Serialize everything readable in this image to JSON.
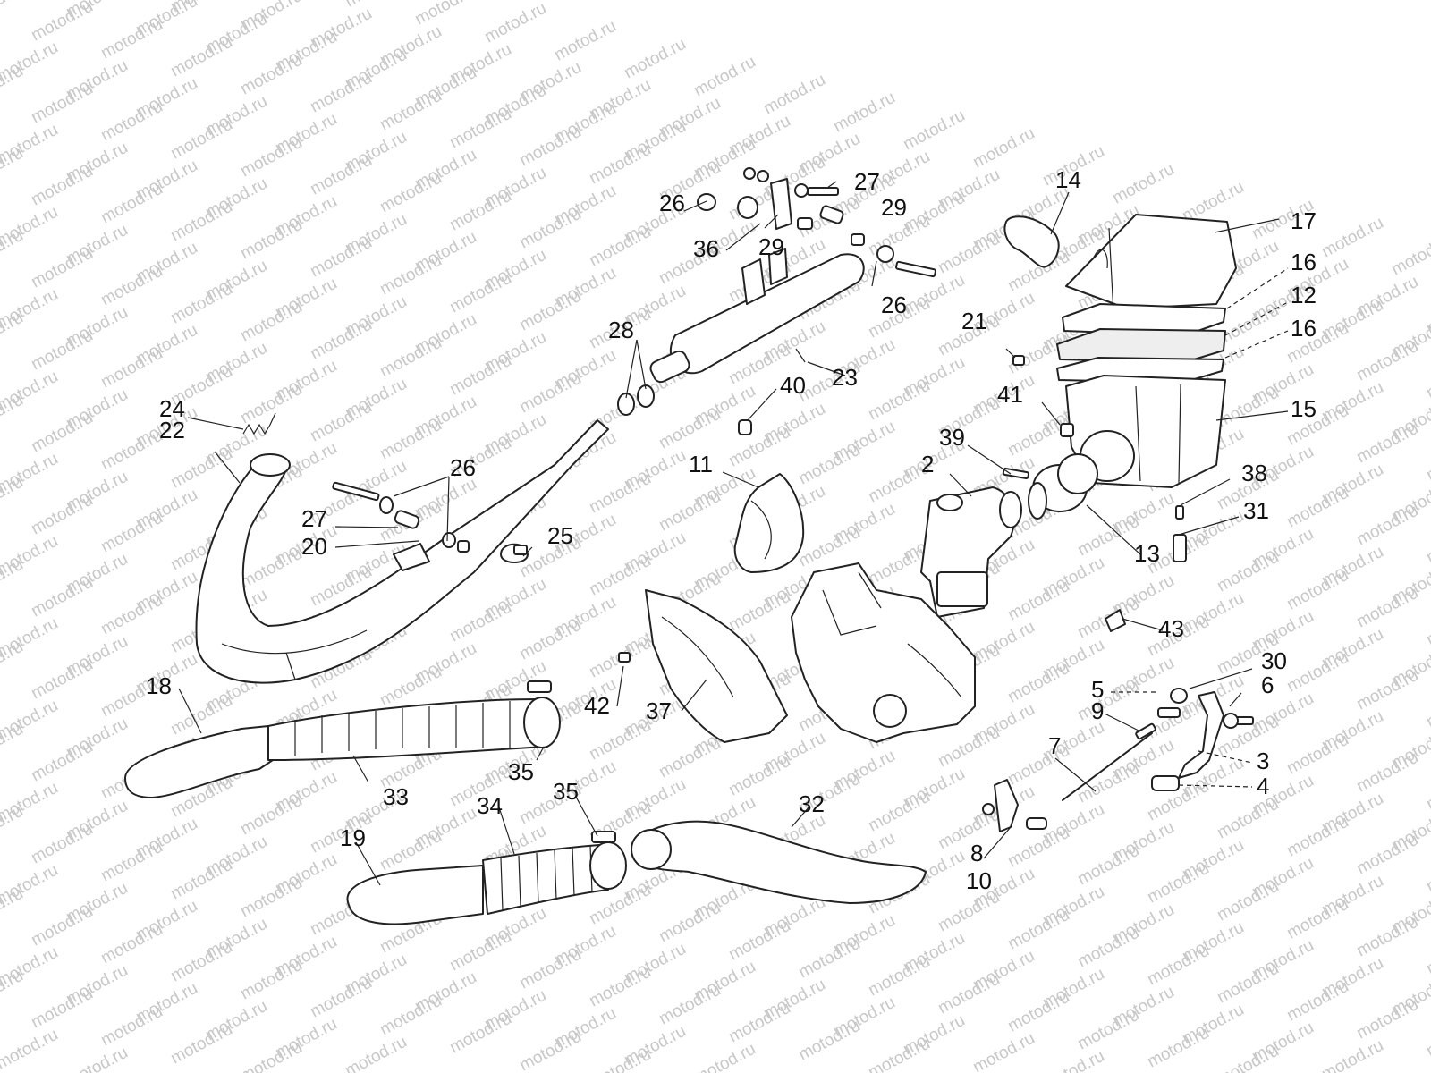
{
  "watermark": "motod.ru",
  "callouts": {
    "c1": "2",
    "c2": "3",
    "c3": "4",
    "c4": "5",
    "c5": "6",
    "c6": "7",
    "c7": "8",
    "c8": "9",
    "c9": "10",
    "c10": "11",
    "c11": "12",
    "c12": "13",
    "c13": "14",
    "c14": "15",
    "c15": "16",
    "c16": "16",
    "c17": "17",
    "c18": "18",
    "c19": "19",
    "c20": "20",
    "c21": "21",
    "c22": "22",
    "c23": "23",
    "c24": "24",
    "c25": "25",
    "c26": "26",
    "c27": "26",
    "c28": "26",
    "c29": "27",
    "c30": "27",
    "c31": "28",
    "c32": "29",
    "c33": "29",
    "c34": "30",
    "c35": "31",
    "c36": "32",
    "c37": "33",
    "c38": "34",
    "c39": "35",
    "c40": "35",
    "c41": "36",
    "c42": "37",
    "c43": "38",
    "c44": "39",
    "c45": "40",
    "c46": "41",
    "c47": "42",
    "c48": "43"
  },
  "colors": {
    "line": "#222222",
    "watermark": "#c8c8c8",
    "background": "#ffffff"
  }
}
